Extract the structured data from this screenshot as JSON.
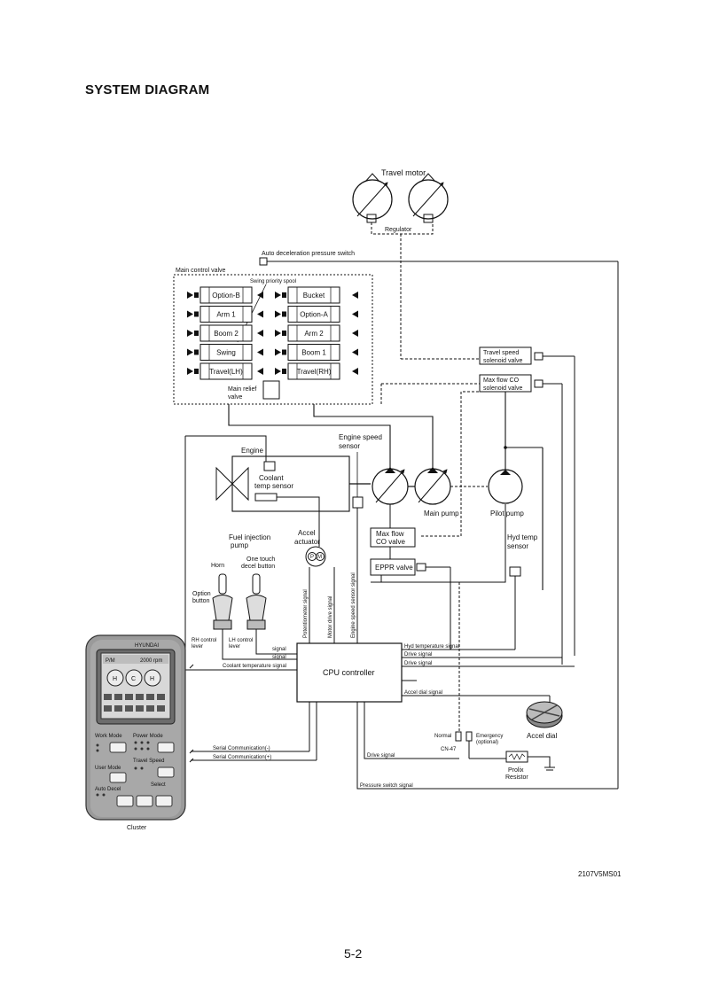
{
  "page": {
    "title": "SYSTEM DIAGRAM",
    "figure_code": "2107V5MS01",
    "page_number": "5-2"
  },
  "labels": {
    "travel_motor": "Travel motor",
    "regulator": "Regulator",
    "auto_decel_switch": "Auto deceleration pressure switch",
    "main_control_valve": "Main control valve",
    "swing_priority_spool": "Swing priority spool",
    "main_relief_valve_1": "Main relief",
    "main_relief_valve_2": "valve",
    "travel_speed_valve_1": "Travel speed",
    "travel_speed_valve_2": "solenoid valve",
    "max_flow_co_solenoid_1": "Max flow CO",
    "max_flow_co_solenoid_2": "solenoid valve",
    "engine": "Engine",
    "coolant_sensor_1": "Coolant",
    "coolant_sensor_2": "temp sensor",
    "engine_speed_sensor_1": "Engine speed",
    "engine_speed_sensor_2": "sensor",
    "main_pump": "Main pump",
    "pilot_pump": "Pilot pump",
    "fuel_pump_1": "Fuel injection",
    "fuel_pump_2": "pump",
    "accel_actuator_1": "Accel",
    "accel_actuator_2": "actuator",
    "max_flow_co_valve_1": "Max flow",
    "max_flow_co_valve_2": "CO valve",
    "eppr_valve": "EPPR valve",
    "hyd_temp_sensor_1": "Hyd temp",
    "hyd_temp_sensor_2": "sensor",
    "horn": "Horn",
    "one_touch_decel_1": "One touch",
    "one_touch_decel_2": "decel button",
    "option_button_1": "Option",
    "option_button_2": "button",
    "rh_lever_1": "RH control",
    "rh_lever_2": "lever",
    "lh_lever_1": "LH control",
    "lh_lever_2": "lever",
    "signal": "signal",
    "cpu_controller": "CPU controller",
    "potentiometer_signal": "Potentiometer signal",
    "motor_drive_signal": "Motor drive signal",
    "engine_speed_signal": "Engine speed sensor signal",
    "hyd_temp_signal": "Hyd temperature signal",
    "drive_signal_1": "Drive signal",
    "drive_signal_2": "Drive signal",
    "drive_signal_3": "Drive signal",
    "coolant_temp_signal": "Coolant temperature signal",
    "accel_dial_signal": "Accel dial signal",
    "accel_dial": "Accel dial",
    "normal": "Normal",
    "emergency_1": "Emergency",
    "emergency_2": "(optional)",
    "cn47": "CN-47",
    "prolix_1": "Prolix",
    "prolix_2": "Resistor",
    "serial_neg": "Serial Communication(-)",
    "serial_pos": "Serial Communication(+)",
    "pressure_switch_signal": "Pressure switch signal",
    "cluster": "Cluster",
    "pm_mode": "P/M",
    "pressure_readout": "2000 rpm",
    "brand": "HYUNDAI"
  },
  "spools_left": [
    "Option-B",
    "Arm 1",
    "Boom 2",
    "Swing",
    "Travel(LH)"
  ],
  "spools_right": [
    "Bucket",
    "Option-A",
    "Arm 2",
    "Boom 1",
    "Travel(RH)"
  ],
  "cluster_panel": {
    "work_mode": "Work Mode",
    "power_mode": "Power Mode",
    "user_mode": "User Mode",
    "travel_speed": "Travel Speed",
    "auto_decel": "Auto Decel",
    "select": "Select",
    "gauge_h": "H",
    "gauge_c": "C"
  }
}
